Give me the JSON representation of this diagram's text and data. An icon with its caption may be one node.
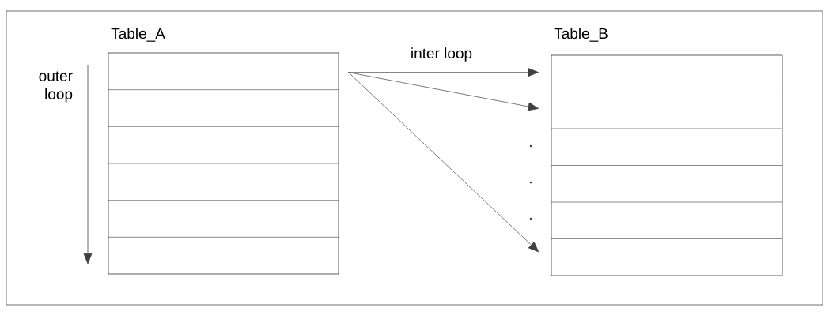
{
  "diagram": {
    "nodes": [
      {
        "text": [
          "Table_A"
        ]
      },
      {
        "text": [
          "Table_B"
        ]
      }
    ],
    "edges": [
      {
        "from": 0,
        "to": 1,
        "arrow": "to",
        "label": "inter loop"
      },
      {
        "from": 0,
        "to": 1,
        "arrow": "to"
      },
      {
        "from": 0,
        "to": 1,
        "arrow": "to"
      }
    ],
    "labels": [
      "outer loop"
    ]
  }
}
